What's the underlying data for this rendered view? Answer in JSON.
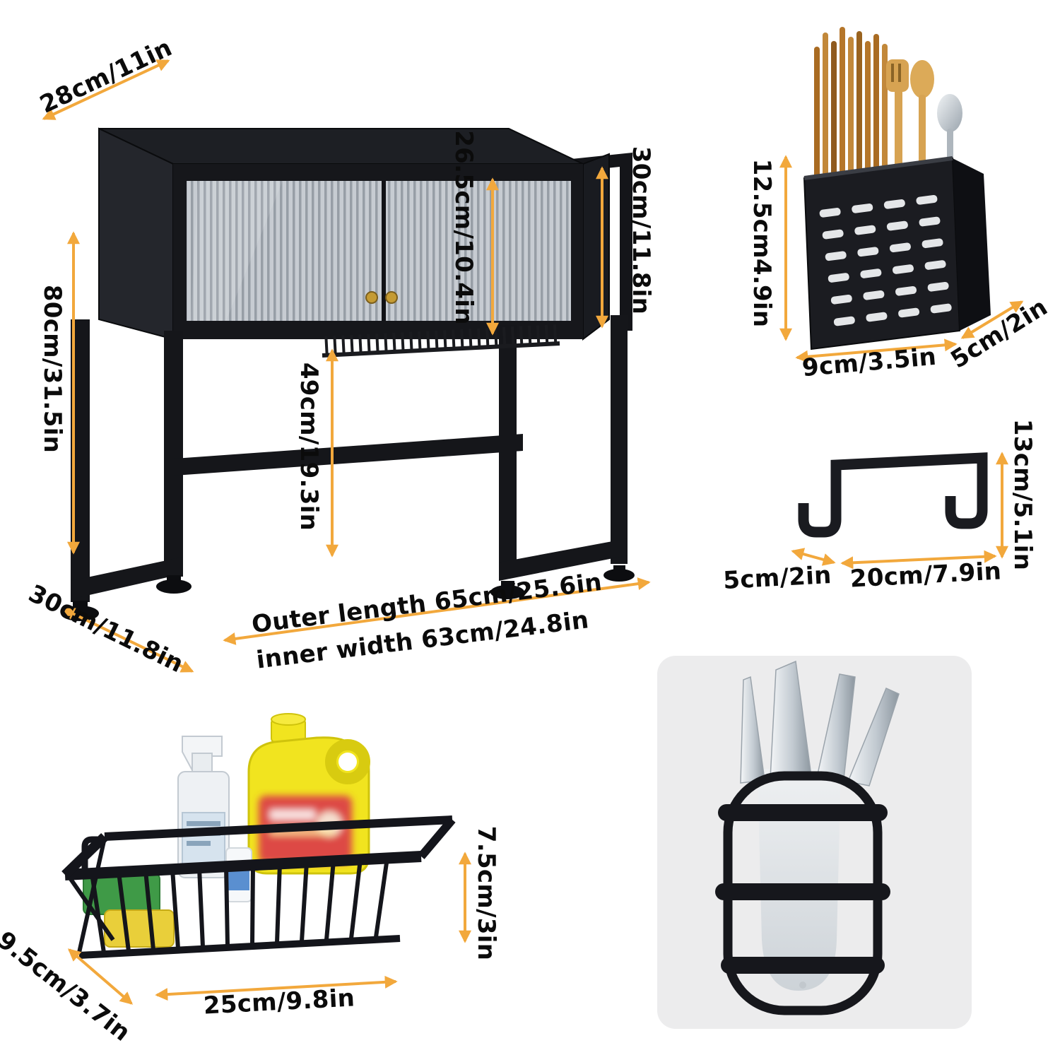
{
  "labels": {
    "rack_top_depth": "28cm/11in",
    "rack_height": "80cm/31.5in",
    "rack_inner_height": "26.5cm/10.4in",
    "rack_cabinet_height": "30cm/11.8in",
    "rack_clearance": "49cm/19.3in",
    "rack_base_depth": "30cm/11.8in",
    "rack_outer_length": "Outer length 65cm/25.6in",
    "rack_inner_width": "inner width 63cm/24.8in",
    "holder_height": "12.5cm4.9in",
    "holder_width": "9cm/3.5in",
    "holder_depth": "5cm/2in",
    "hook_height": "13cm/5.1in",
    "hook_depth": "5cm/2in",
    "hook_length": "20cm/7.9in",
    "basket_height": "7.5cm/3in",
    "basket_depth": "9.5cm/3.7in",
    "basket_length": "25cm/9.8in"
  },
  "items": {
    "main": "over-sink dish drying rack with fluted glass cabinet",
    "top_right": "cutlery and chopstick holder",
    "middle_right": "hanging hook bracket",
    "bottom_left": "sink caddy wire basket with cleaning supplies",
    "bottom_right": "knife holder with knives"
  },
  "colors": {
    "dimension_line": "#F2A83C",
    "label_text": "#0B0B0B",
    "metal_black": "#16171C",
    "background": "#FFFFFF"
  }
}
